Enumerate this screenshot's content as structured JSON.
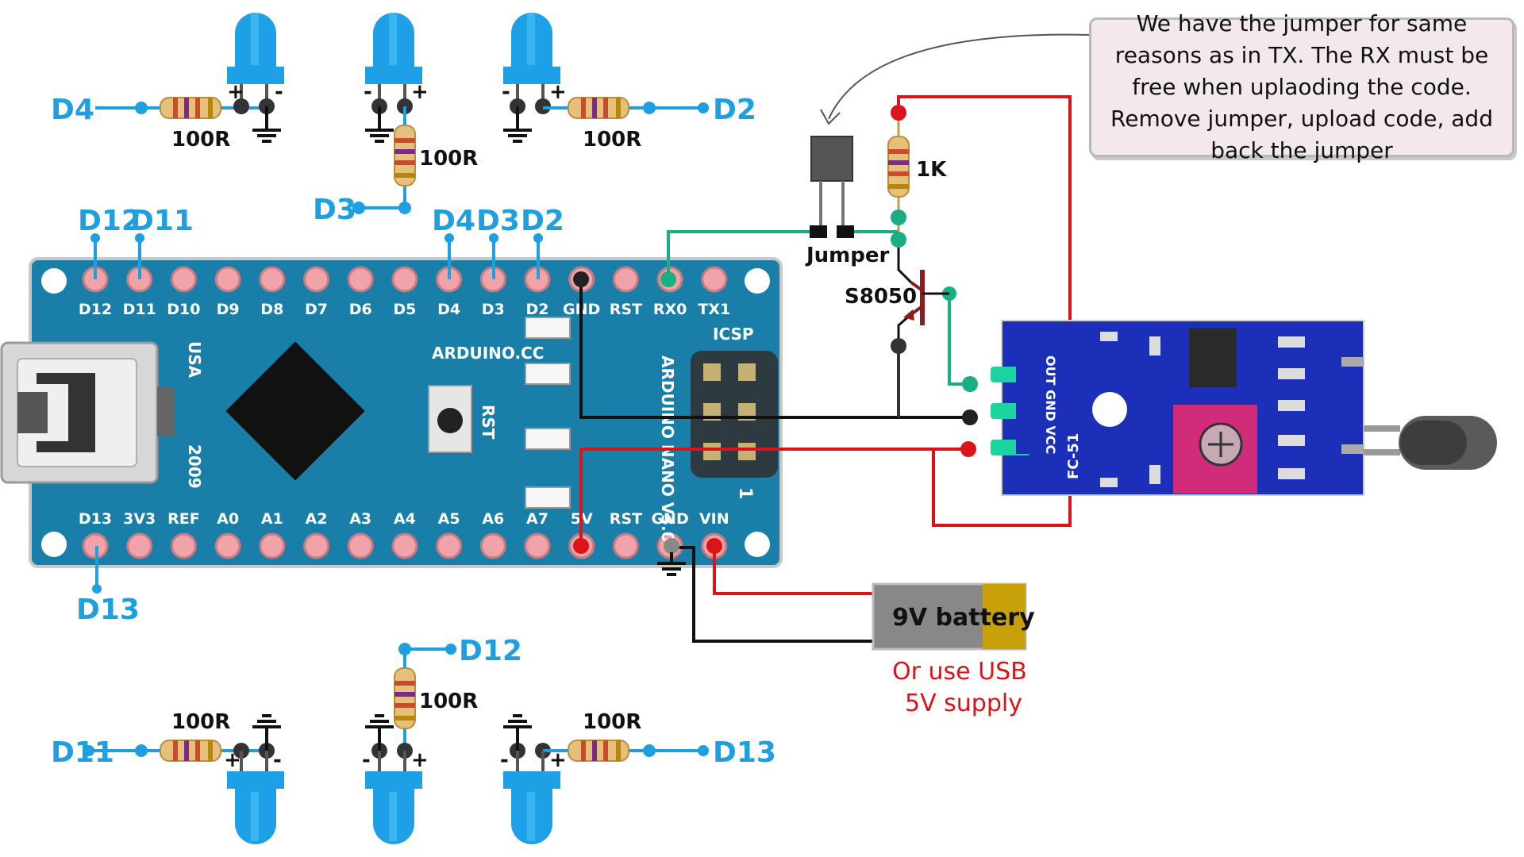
{
  "note": "We have the jumper for same reasons as in TX. The RX must be free when uplaoding the code. Remove jumper, upload code, add back the jumper",
  "colors": {
    "led": "#1ea0e6",
    "board": "#1a7fa8",
    "wire_red": "#d9141a",
    "wire_green": "#1aae85",
    "wire_black": "#111111",
    "sensor": "#1b2fb8",
    "pad": "#f0a3a8",
    "pot": "#d12c7a",
    "battery": "#888888",
    "battery_cap": "#c7a00a"
  },
  "labels": {
    "d4": "D4",
    "d2": "D2",
    "d3": "D3",
    "d13": "D13",
    "d12_bottom": "D12",
    "d11_bottom": "D11",
    "d13_bottom": "D13",
    "d12_top": "D12",
    "d11_top": "D11",
    "d4_top": "D4",
    "d3_top": "D3",
    "d2_top": "D2",
    "r100": "100R",
    "r1k": "1K",
    "jumper": "Jumper",
    "transistor": "S8050",
    "battery": "9V battery",
    "usb_line1": "Or use USB",
    "usb_line2": "5V supply",
    "plus": "+",
    "minus": "-"
  },
  "board": {
    "top_pins": [
      "D12",
      "D11",
      "D10",
      "D9",
      "D8",
      "D7",
      "D6",
      "D5",
      "D4",
      "D3",
      "D2",
      "GND",
      "RST",
      "RX0",
      "TX1"
    ],
    "bottom_pins": [
      "D13",
      "3V3",
      "REF",
      "A0",
      "A1",
      "A2",
      "A3",
      "A4",
      "A5",
      "A6",
      "A7",
      "5V",
      "RST",
      "GND",
      "VIN"
    ],
    "silk_arduino": "ARDUINO.CC",
    "silk_name": "ARDUINO NANO V3.0",
    "silk_usa": "USA",
    "silk_year": "2009",
    "silk_rst": "RST",
    "silk_icsp": "ICSP",
    "silk_one": "1"
  },
  "sensor": {
    "pins": "OUT GND VCC",
    "model": "FC-51"
  }
}
